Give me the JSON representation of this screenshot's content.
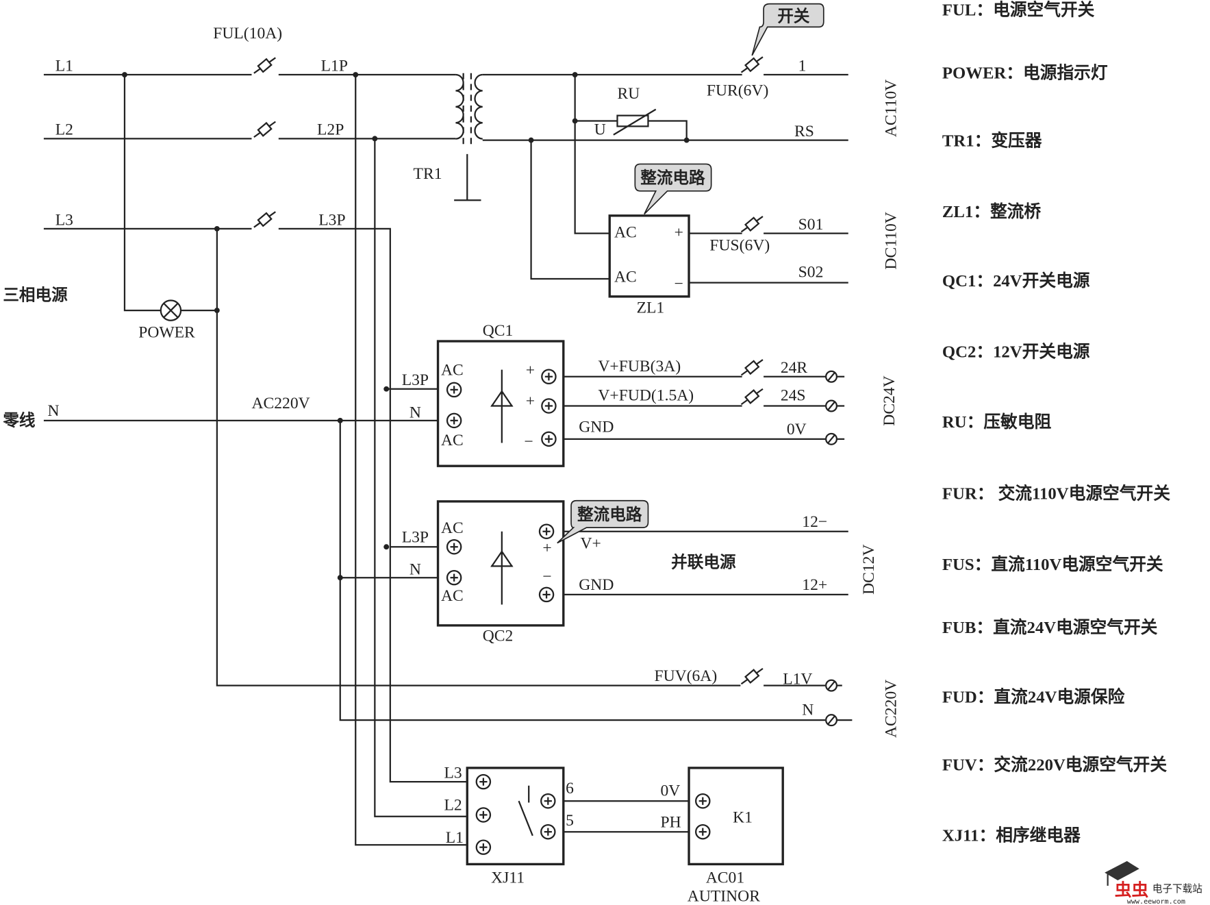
{
  "inputs": {
    "l1": "L1",
    "l2": "L2",
    "l3": "L3",
    "n": "N",
    "three_phase": "三相电源",
    "neutral": "零线",
    "power": "POWER",
    "ac220v": "AC220V"
  },
  "fuses": {
    "ful": "FUL(10A)",
    "fur": "FUR(6V)",
    "fus": "FUS(6V)",
    "fub": "V+FUB(3A)",
    "fud": "V+FUD(1.5A)",
    "fuv": "FUV(6A)"
  },
  "nodes": {
    "l1p": "L1P",
    "l2p": "L2P",
    "l3p": "L3P",
    "tr1": "TR1",
    "ru": "RU",
    "u": "U",
    "out1": "1",
    "rs": "RS",
    "s01": "S01",
    "s02": "S02",
    "zl1": "ZL1",
    "ac": "AC",
    "qc1": "QC1",
    "qc2": "QC2",
    "l3p_in": "L3P",
    "n_in": "N",
    "gnd": "GND",
    "v_plus": "V+",
    "o24r": "24R",
    "o24s": "24S",
    "o0v": "0V",
    "o12m": "12−",
    "o12p": "12+",
    "parallel": "并联电源",
    "l1v": "L1V",
    "n_out": "N",
    "xj11": "XJ11",
    "x_l3": "L3",
    "x_l2": "L2",
    "x_l1": "L1",
    "x6": "6",
    "x5": "5",
    "k_0v": "0V",
    "k_ph": "PH",
    "k1": "K1",
    "ac01": "AC01",
    "autinor": "AUTINOR",
    "plus": "+",
    "minus": "−"
  },
  "voltage_labels": {
    "ac110v": "AC110V",
    "dc110v": "DC110V",
    "dc24v": "DC24V",
    "dc12v": "DC12V",
    "ac220v": "AC220V"
  },
  "callouts": {
    "switch": "开关",
    "rectifier1": "整流电路",
    "rectifier2": "整流电路"
  },
  "legend": [
    "FUL：电源空气开关",
    "POWER：电源指示灯",
    "TR1：变压器",
    "ZL1：整流桥",
    "QC1：24V开关电源",
    "QC2：12V开关电源",
    "RU：压敏电阻",
    "FUR： 交流110V电源空气开关",
    "FUS：直流110V电源空气开关",
    "FUB：直流24V电源空气开关",
    "FUD：直流24V电源保险",
    "FUV：交流220V电源空气开关",
    "XJ11：相序继电器"
  ],
  "watermark": {
    "name": "电子下载站",
    "url": "www.eeworm.com",
    "logo_color": "#d62020"
  }
}
